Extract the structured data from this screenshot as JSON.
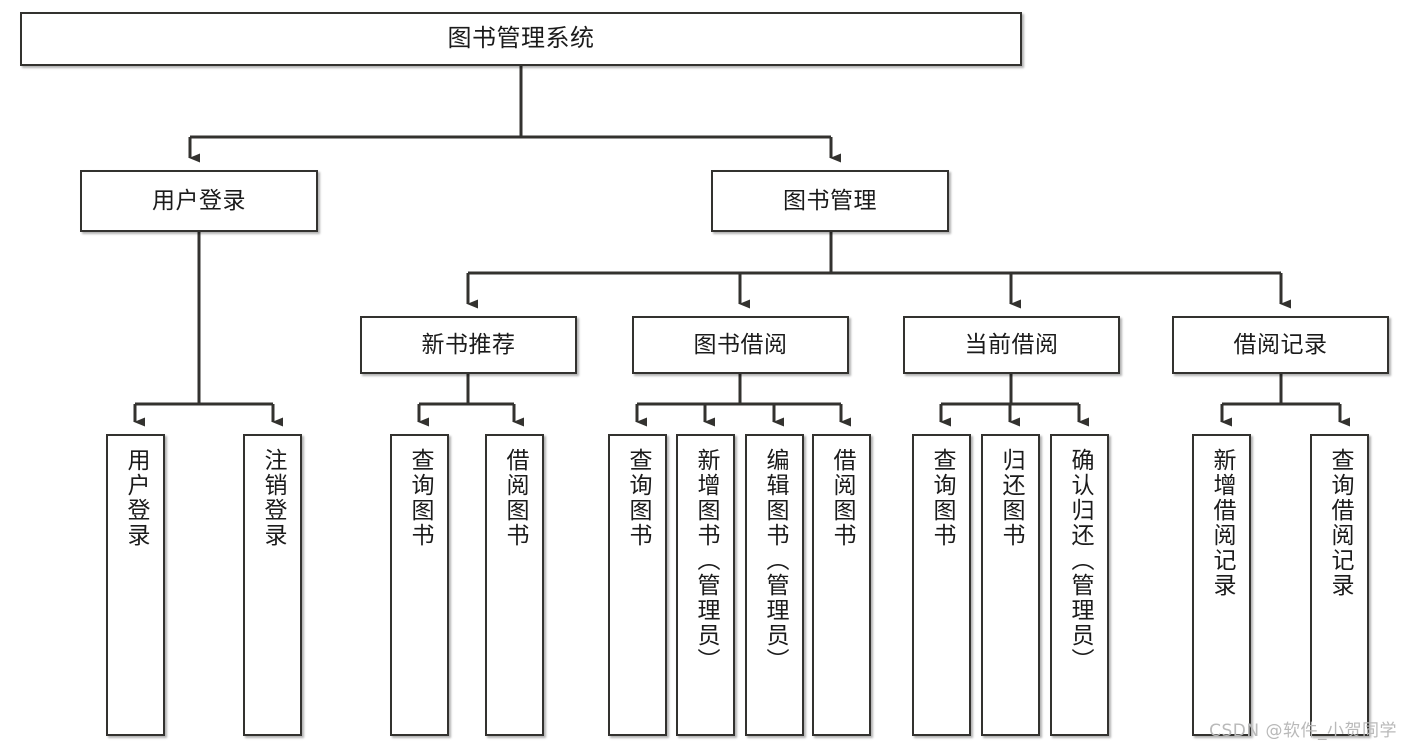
{
  "diagram": {
    "title": "图书管理系统",
    "type": "hierarchy-tree",
    "watermark": "CSDN @软件_小贺同学",
    "colors": {
      "border": "#33322f",
      "background": "#ffffff",
      "text": "#1b1b1b",
      "connector": "#33322f",
      "watermark": "#b9b9b9"
    },
    "root": {
      "label": "图书管理系统",
      "children": [
        {
          "label": "用户登录",
          "children": [
            {
              "label": "用户登录"
            },
            {
              "label": "注销登录"
            }
          ]
        },
        {
          "label": "图书管理",
          "children": [
            {
              "label": "新书推荐",
              "children": [
                {
                  "label": "查询图书"
                },
                {
                  "label": "借阅图书"
                }
              ]
            },
            {
              "label": "图书借阅",
              "children": [
                {
                  "label": "查询图书"
                },
                {
                  "label": "新增图书（管理员）"
                },
                {
                  "label": "编辑图书（管理员）"
                },
                {
                  "label": "借阅图书"
                }
              ]
            },
            {
              "label": "当前借阅",
              "children": [
                {
                  "label": "查询图书"
                },
                {
                  "label": "归还图书"
                },
                {
                  "label": "确认归还（管理员）"
                }
              ]
            },
            {
              "label": "借阅记录",
              "children": [
                {
                  "label": "新增借阅记录"
                },
                {
                  "label": "查询借阅记录"
                }
              ]
            }
          ]
        }
      ]
    }
  }
}
